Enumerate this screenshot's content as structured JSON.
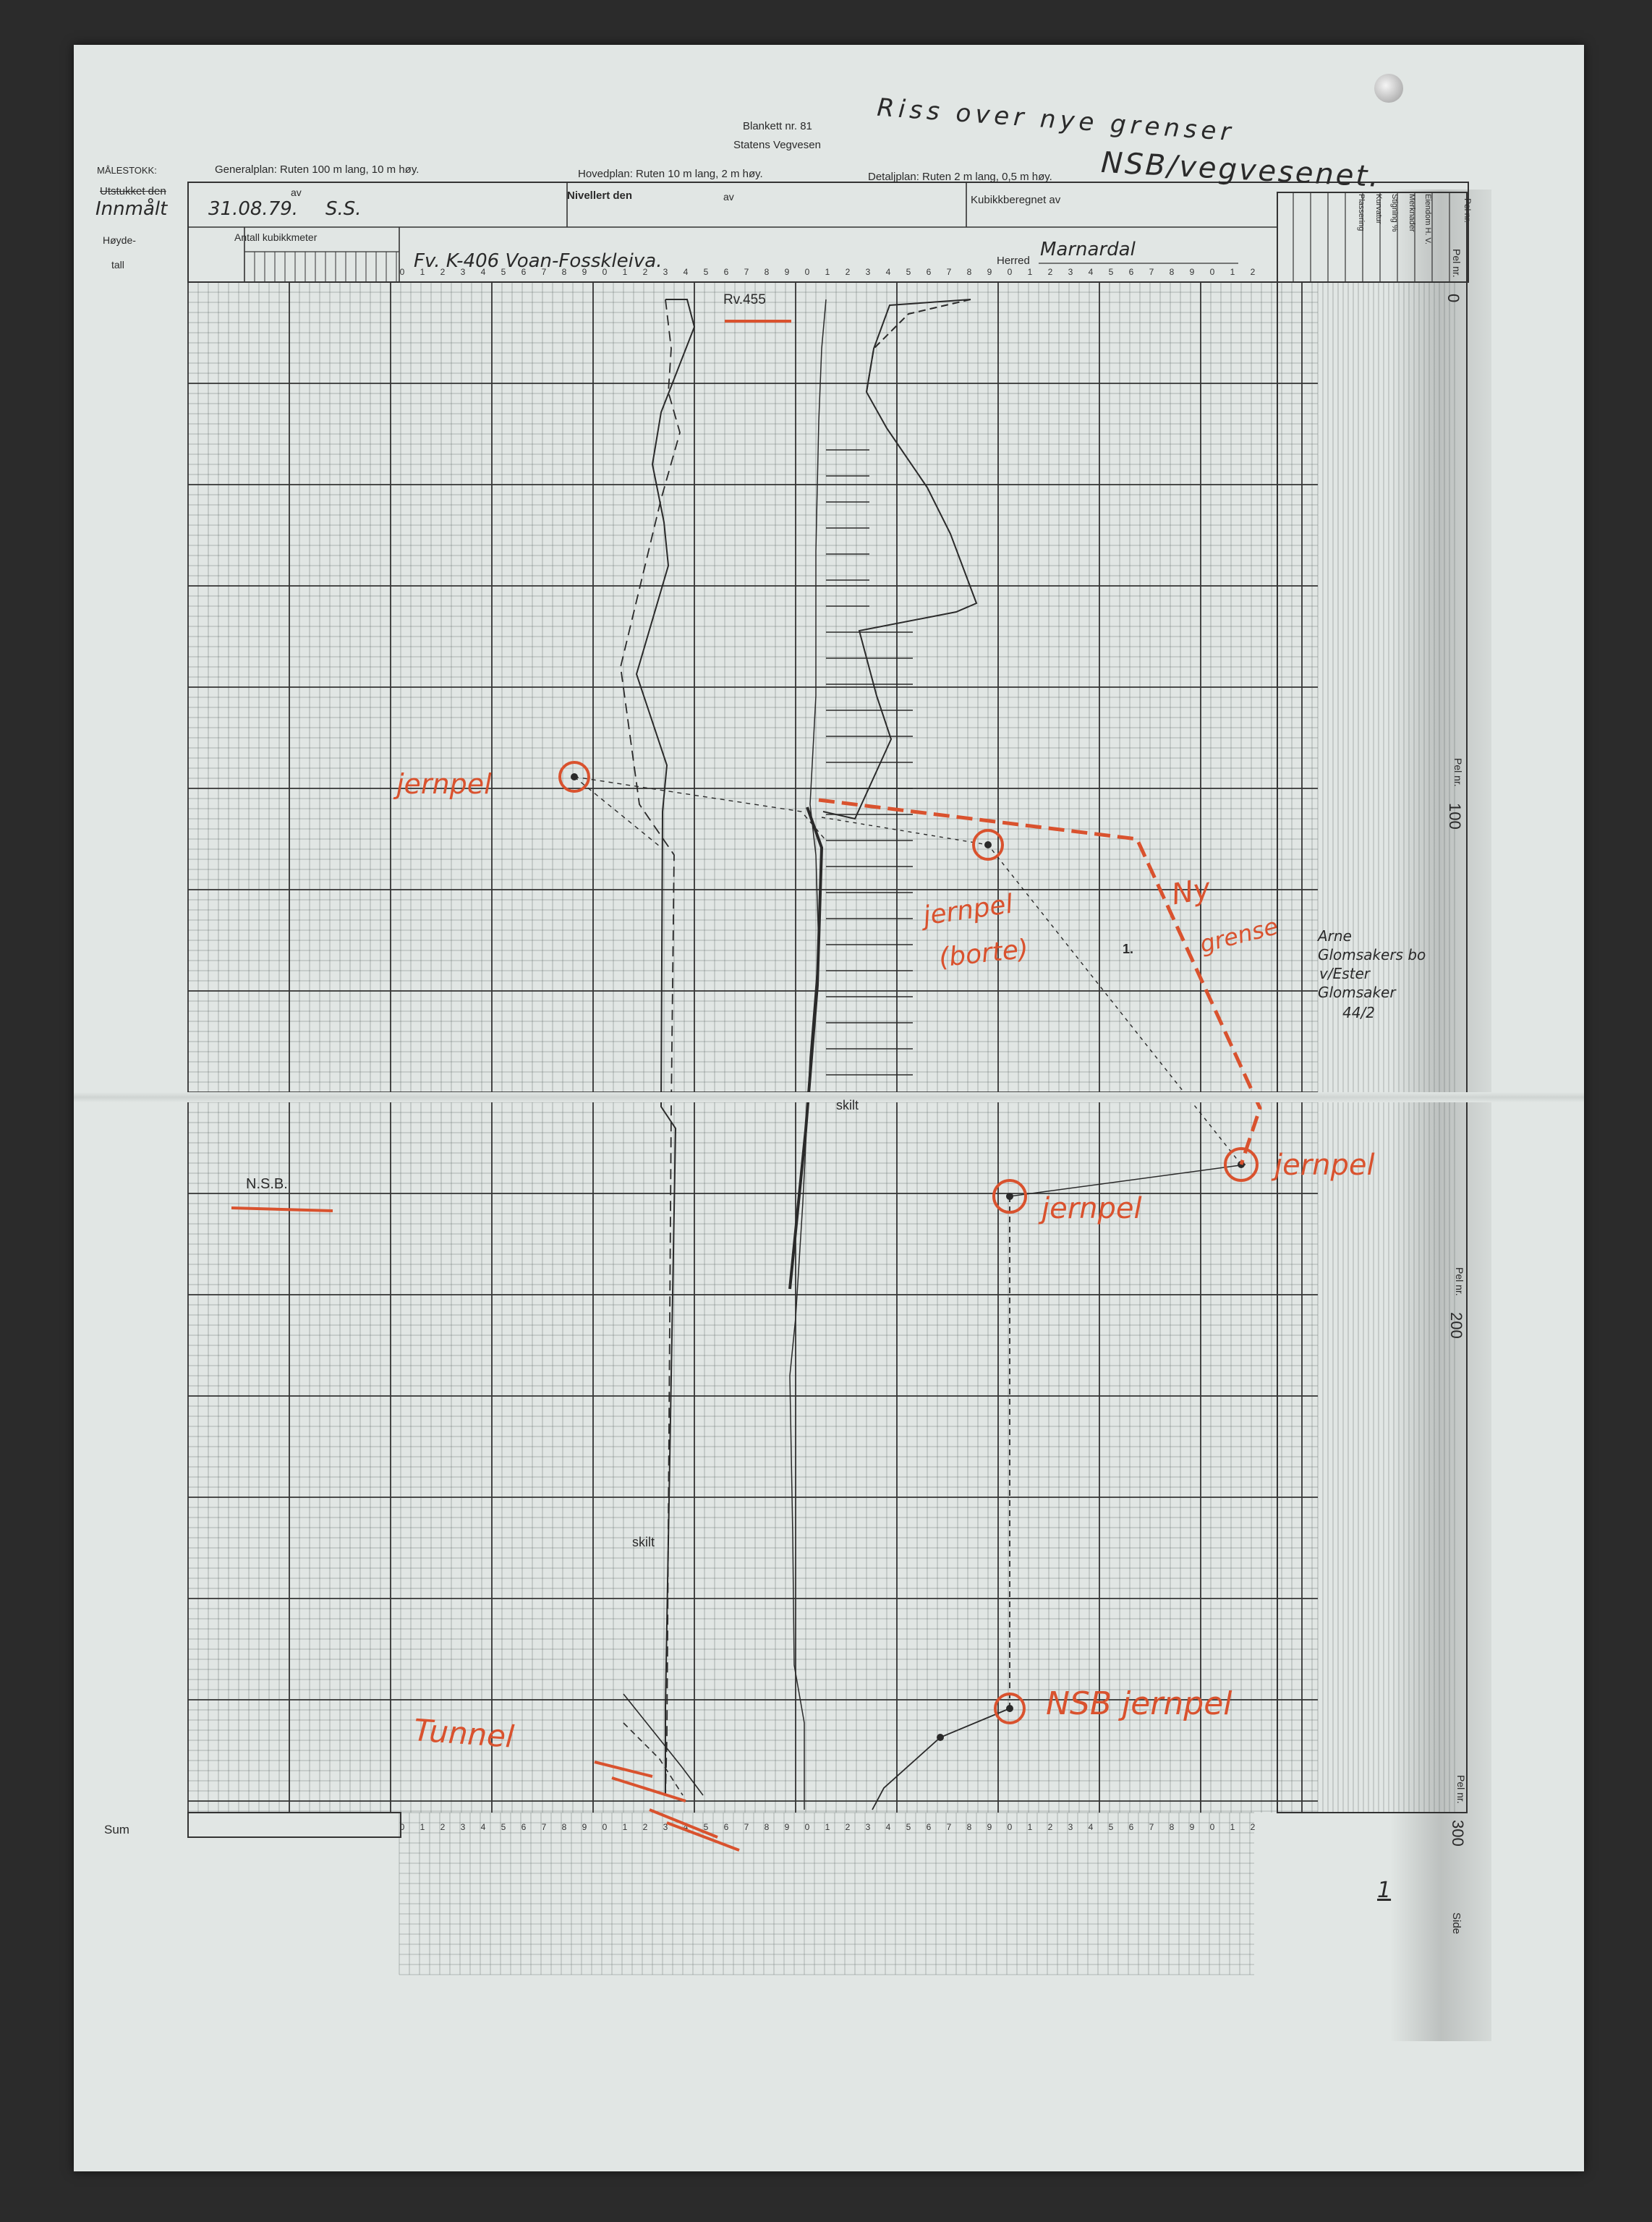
{
  "form": {
    "form_no": "Blankett nr. 81",
    "agency": "Statens Vegvesen",
    "scale_label": "MÅLESTOKK:",
    "general_plan": "Generalplan: Ruten 100 m lang, 10 m høy.",
    "main_plan": "Hovedplan: Ruten 10 m lang, 2 m høy.",
    "detail_plan": "Detaljplan: Ruten 2 m lang, 0,5 m høy.",
    "staked_label": "Utstukket den",
    "by_label_1": "av",
    "measured_label": "Innmålt",
    "measured_date": "31.08.79.",
    "measured_by": "S.S.",
    "levelled_label": "Nivellert den",
    "by_label_2": "av",
    "volume_calc_label": "Kubikkberegnet av",
    "height_label": "Høyde-",
    "height_label_2": "tall",
    "cubic_count_label": "Antall kubikkmeter",
    "road_name": "Fv. K-406 Voan-Fosskleiva.",
    "municipality_label": "Herred",
    "municipality": "Marnardal",
    "sum_label": "Sum",
    "side_label": "Side",
    "page_number": "1",
    "right_columns": [
      "Pel nr.",
      "Eiendom H. V.",
      "Merknader",
      "Stigning %",
      "Kurvatur",
      "Plassering"
    ],
    "station_label": "Pel nr.",
    "stations": [
      "0",
      "100",
      "200",
      "300"
    ],
    "ruler_digits": [
      "0",
      "1",
      "2",
      "3",
      "4",
      "5",
      "6",
      "7",
      "8",
      "9",
      "0",
      "1",
      "2",
      "3",
      "4",
      "5",
      "6",
      "7",
      "8",
      "9",
      "0",
      "1",
      "2",
      "3",
      "4",
      "5",
      "6",
      "7",
      "8",
      "9",
      "0",
      "1",
      "2",
      "3",
      "4",
      "5",
      "6",
      "7",
      "8",
      "9",
      "0",
      "1",
      "2"
    ]
  },
  "drawing_labels": {
    "road_455": "Rv.455",
    "sign_1": "skilt",
    "sign_2": "skilt",
    "nsb": "N.S.B.",
    "parcel_no": "1.",
    "owner_1": "Arne",
    "owner_2": "Glomsakers bo",
    "owner_3": "v/Ester",
    "owner_4": "Glomsaker",
    "owner_5": "44/2"
  },
  "annotations": {
    "title_1": "Riss over nye grenser",
    "title_2": "NSB/vegvesenet.",
    "jernpel_1": "jernpel",
    "jernpel_2": "jernpel",
    "jernpel_2b": "(borte)",
    "ny_grense_1": "Ny",
    "ny_grense_2": "grense",
    "jernpel_3": "jernpel",
    "jernpel_4": "jernpel",
    "nsb_jernpel": "NSB jernpel",
    "tunnel": "Tunnel"
  },
  "colors": {
    "paper": "#e1e6e4",
    "ink": "#2a2a2a",
    "grid": "#5d6664",
    "annotation_red": "#d9522e"
  }
}
